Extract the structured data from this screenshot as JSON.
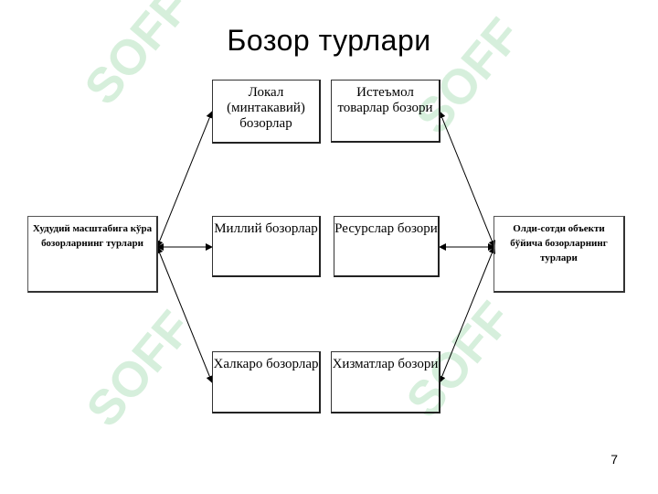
{
  "slide": {
    "title": "Бозор турлари",
    "page_number": "7"
  },
  "watermark": {
    "text": "SOFF",
    "color": "#b8e0c0"
  },
  "diagram": {
    "left_box": "Худудий масштабига кўра бозорларнинг турлари",
    "right_box": "Олди-сотди объекти бўйича бозорларнинг турлари",
    "left_column": [
      "Локал (минтакавий) бозорлар",
      "Миллий бозорлар",
      "Халкаро бозорлар"
    ],
    "right_column": [
      "Истеъмол товарлар бозори",
      "Ресурслар бозори",
      "Хизматлар бозори"
    ]
  }
}
